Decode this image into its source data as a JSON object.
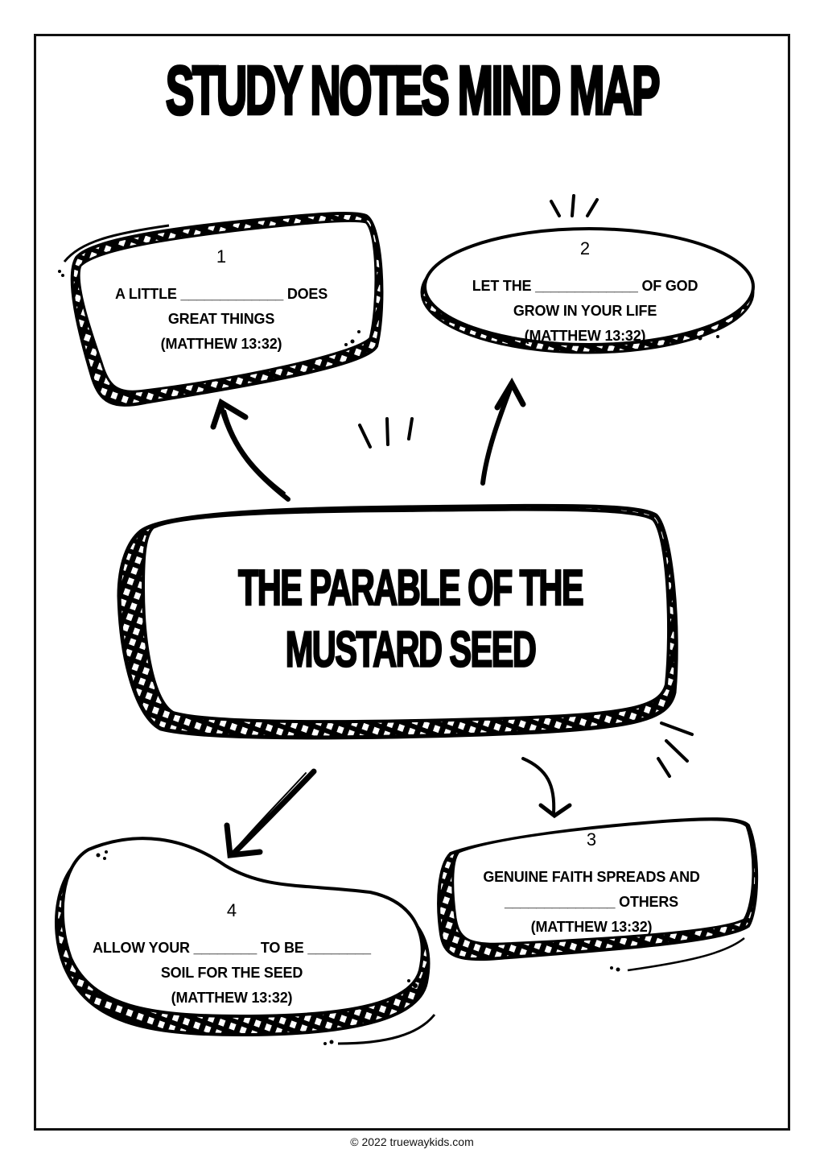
{
  "page": {
    "title": "STUDY NOTES MIND MAP",
    "footer": "© 2022 truewaykids.com"
  },
  "center": {
    "line1": "THE PARABLE OF THE",
    "line2": "MUSTARD SEED"
  },
  "boxes": [
    {
      "number": "1",
      "lines": [
        "A LITTLE _____________  DOES",
        "GREAT THINGS",
        "(MATTHEW 13:32)"
      ]
    },
    {
      "number": "2",
      "lines": [
        "LET THE _____________ OF GOD",
        "GROW IN YOUR LIFE",
        "(MATTHEW 13:32)"
      ]
    },
    {
      "number": "3",
      "lines": [
        "GENUINE FAITH SPREADS AND",
        "______________ OTHERS",
        "(MATTHEW 13:32)"
      ]
    },
    {
      "number": "4",
      "lines": [
        "ALLOW YOUR ________ TO BE ________",
        "SOIL FOR THE SEED",
        "(MATTHEW 13:32)"
      ]
    }
  ],
  "icons": {
    "arrow_to_1": "curved-arrow-up-left",
    "arrow_to_2": "arrow-up-right",
    "arrow_to_3": "curved-arrow-down-right",
    "arrow_to_4": "arrow-down-left",
    "sparks": "emphasis-strokes"
  }
}
